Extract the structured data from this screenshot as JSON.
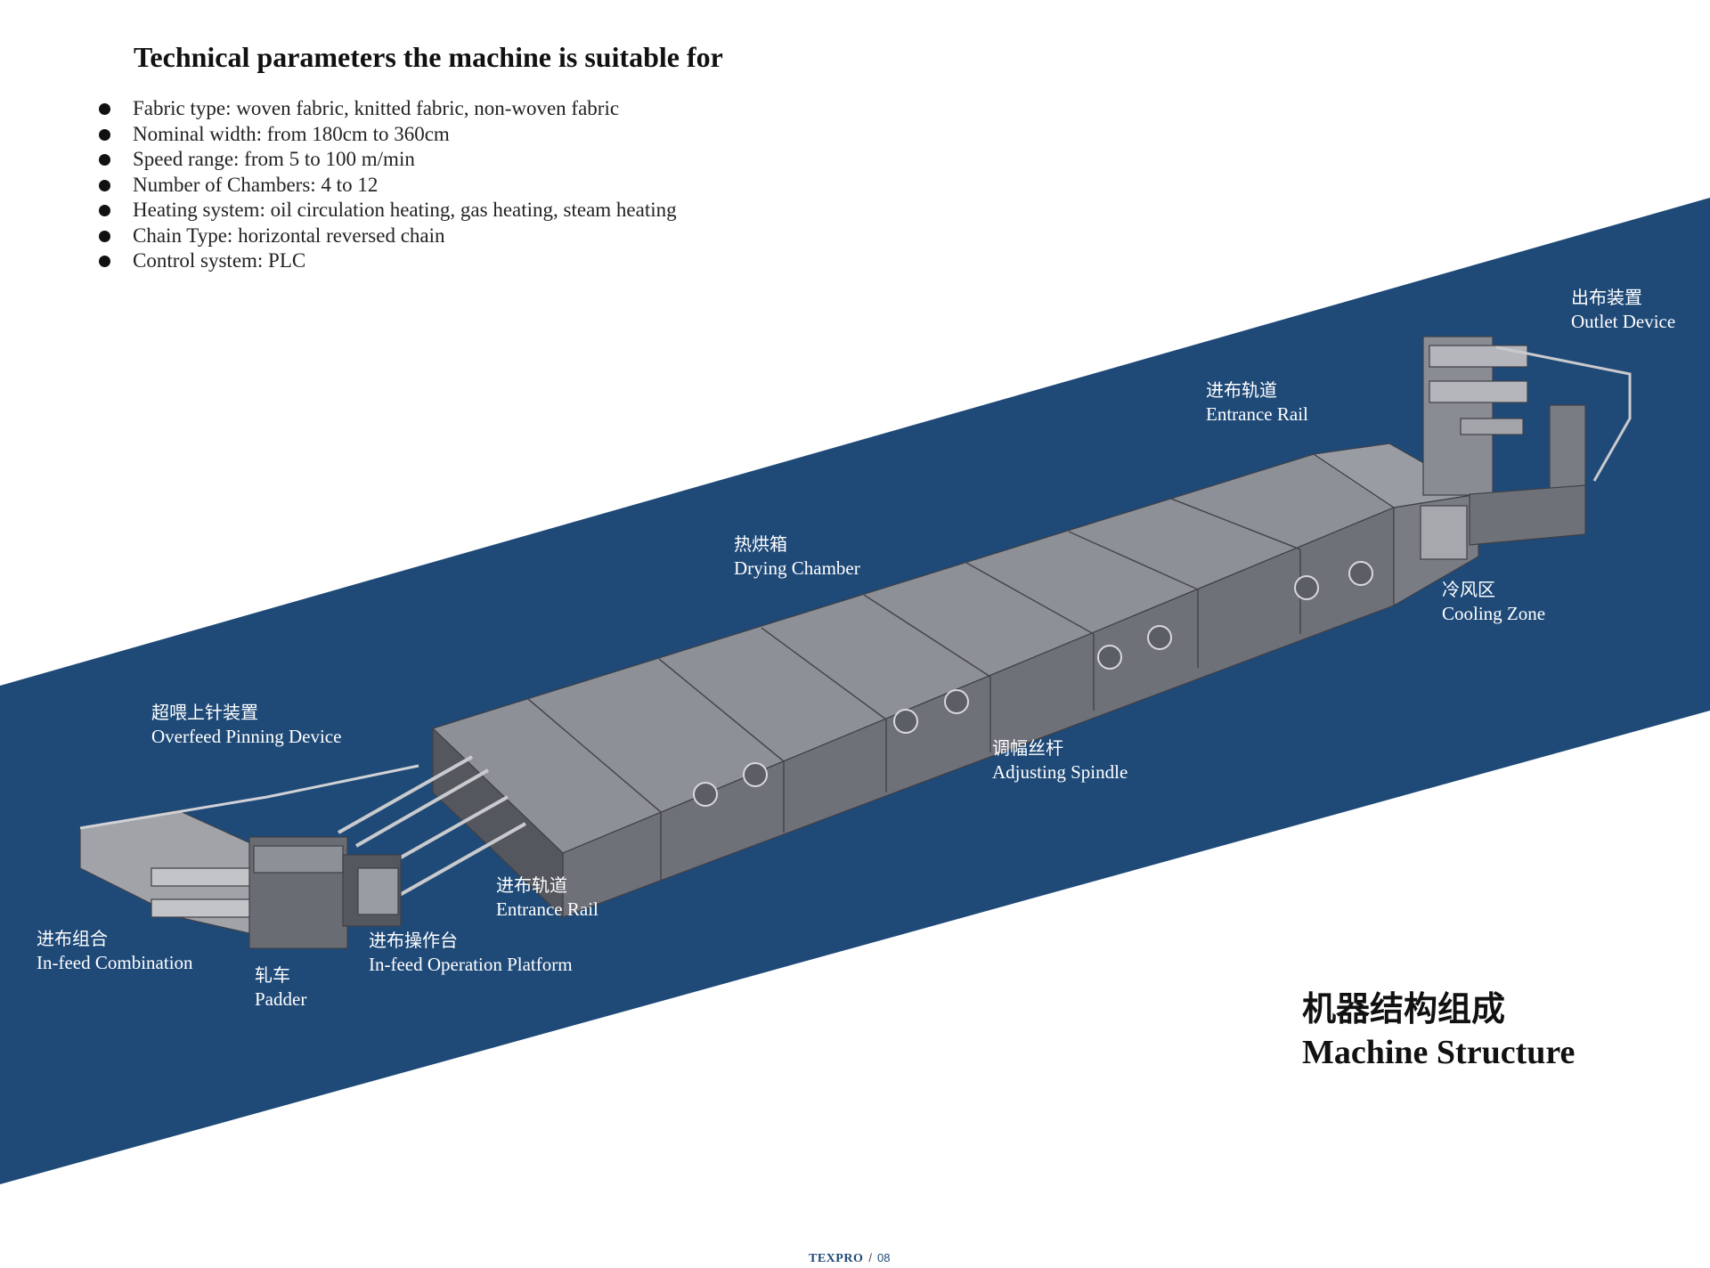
{
  "parameters": {
    "title": "Technical parameters the machine is suitable for",
    "items": [
      "Fabric type: woven fabric, knitted fabric, non-woven fabric",
      "Nominal width: from 180cm to 360cm",
      "Speed range: from 5 to 100 m/min",
      "Number of Chambers: 4 to 12",
      "Heating system: oil circulation heating, gas heating, steam heating",
      "Chain Type: horizontal reversed  chain",
      "Control system: PLC"
    ]
  },
  "labels": {
    "outlet_device": {
      "cn": "出布装置",
      "en": "Outlet Device"
    },
    "entrance_rail_top": {
      "cn": "进布轨道",
      "en": "Entrance Rail"
    },
    "drying_chamber": {
      "cn": "热烘箱",
      "en": "Drying Chamber"
    },
    "cooling_zone": {
      "cn": "冷风区",
      "en": "Cooling Zone"
    },
    "overfeed_pinning": {
      "cn": "超喂上针装置",
      "en": "Overfeed Pinning Device"
    },
    "adjusting_spindle": {
      "cn": "调幅丝杆",
      "en": "Adjusting Spindle"
    },
    "entrance_rail_bottom": {
      "cn": "进布轨道",
      "en": "Entrance Rail"
    },
    "infeed_combination": {
      "cn": "进布组合",
      "en": "In-feed Combination"
    },
    "infeed_platform": {
      "cn": "进布操作台",
      "en": "In-feed Operation Platform"
    },
    "padder": {
      "cn": "轧车",
      "en": "Padder"
    }
  },
  "section_title": {
    "cn": "机器结构组成",
    "en": "Machine Structure"
  },
  "footer": {
    "brand": "TEXPRO",
    "page": "08"
  },
  "colors": {
    "band": "#1f4a78",
    "machine_top": "#8e9098",
    "machine_front": "#6f7179",
    "label_text": "#ffffff"
  }
}
